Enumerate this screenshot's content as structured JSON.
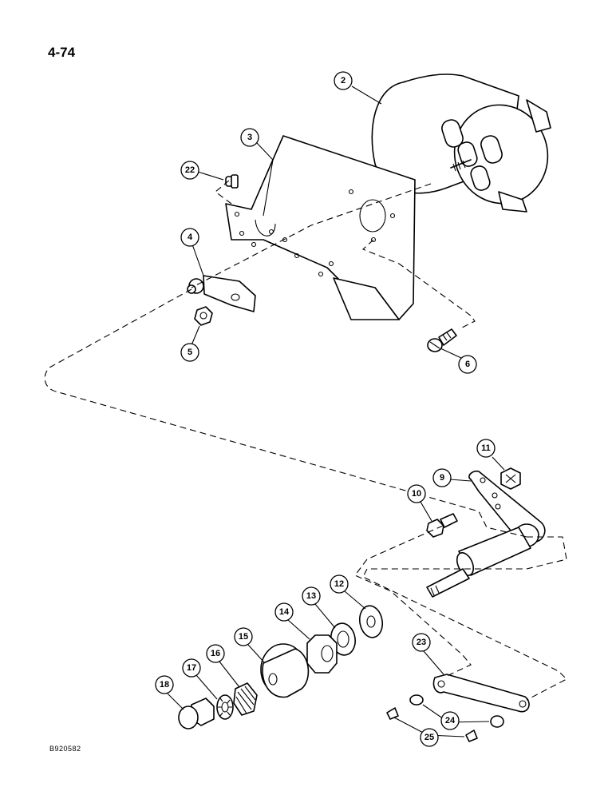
{
  "page": {
    "number": "4-74",
    "figure_code": "B920582"
  },
  "callouts": [
    {
      "id": "callout-2",
      "label": "2"
    },
    {
      "id": "callout-3",
      "label": "3"
    },
    {
      "id": "callout-22",
      "label": "22"
    },
    {
      "id": "callout-4",
      "label": "4"
    },
    {
      "id": "callout-5",
      "label": "5"
    },
    {
      "id": "callout-6",
      "label": "6"
    },
    {
      "id": "callout-11",
      "label": "11"
    },
    {
      "id": "callout-9",
      "label": "9"
    },
    {
      "id": "callout-10",
      "label": "10"
    },
    {
      "id": "callout-12",
      "label": "12"
    },
    {
      "id": "callout-13",
      "label": "13"
    },
    {
      "id": "callout-14",
      "label": "14"
    },
    {
      "id": "callout-15",
      "label": "15"
    },
    {
      "id": "callout-16",
      "label": "16"
    },
    {
      "id": "callout-17",
      "label": "17"
    },
    {
      "id": "callout-18",
      "label": "18"
    },
    {
      "id": "callout-23",
      "label": "23"
    },
    {
      "id": "callout-24",
      "label": "24"
    },
    {
      "id": "callout-25",
      "label": "25"
    }
  ]
}
